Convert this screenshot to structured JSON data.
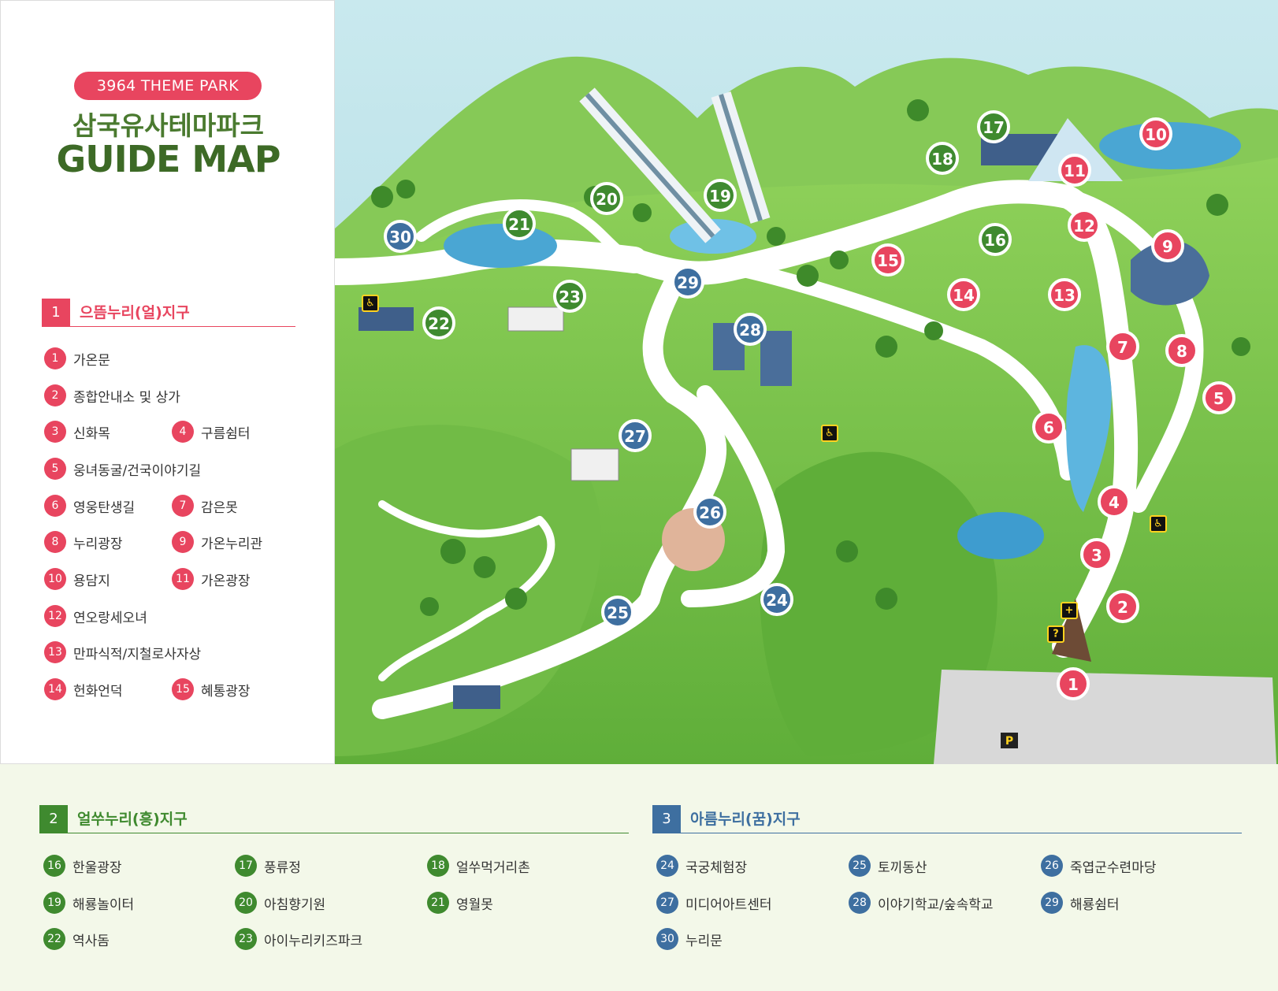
{
  "header": {
    "badge": "3964 THEME PARK",
    "title_kr": "삼국유사테마파크",
    "title_en": "GUIDE MAP"
  },
  "zones": [
    {
      "num": "1",
      "title": "으뜸누리(얼)지구",
      "color": "#e8455f",
      "items": [
        {
          "num": "1",
          "label": "가온문"
        },
        {
          "num": "2",
          "label": "종합안내소 및 상가"
        },
        {
          "num": "3",
          "label": "신화목"
        },
        {
          "num": "4",
          "label": "구름쉼터"
        },
        {
          "num": "5",
          "label": "웅녀동굴/건국이야기길"
        },
        {
          "num": "6",
          "label": "영웅탄생길"
        },
        {
          "num": "7",
          "label": "감은못"
        },
        {
          "num": "8",
          "label": "누리광장"
        },
        {
          "num": "9",
          "label": "가온누리관"
        },
        {
          "num": "10",
          "label": "용담지"
        },
        {
          "num": "11",
          "label": "가온광장"
        },
        {
          "num": "12",
          "label": "연오랑세오녀"
        },
        {
          "num": "13",
          "label": "만파식적/지철로사자상"
        },
        {
          "num": "14",
          "label": "헌화언덕"
        },
        {
          "num": "15",
          "label": "혜통광장"
        }
      ]
    },
    {
      "num": "2",
      "title": "얼쑤누리(흥)지구",
      "color": "#3f8a2f",
      "items": [
        {
          "num": "16",
          "label": "한울광장"
        },
        {
          "num": "17",
          "label": "풍류정"
        },
        {
          "num": "18",
          "label": "얼쑤먹거리촌"
        },
        {
          "num": "19",
          "label": "해룡놀이터"
        },
        {
          "num": "20",
          "label": "아침향기원"
        },
        {
          "num": "21",
          "label": "영월못"
        },
        {
          "num": "22",
          "label": "역사돔"
        },
        {
          "num": "23",
          "label": "아이누리키즈파크"
        }
      ]
    },
    {
      "num": "3",
      "title": "아름누리(꿈)지구",
      "color": "#3e6fa0",
      "items": [
        {
          "num": "24",
          "label": "국궁체험장"
        },
        {
          "num": "25",
          "label": "토끼동산"
        },
        {
          "num": "26",
          "label": "죽엽군수련마당"
        },
        {
          "num": "27",
          "label": "미디어아트센터"
        },
        {
          "num": "28",
          "label": "이야기학교/숲속학교"
        },
        {
          "num": "29",
          "label": "해룡쉼터"
        },
        {
          "num": "30",
          "label": "누리문"
        }
      ]
    }
  ],
  "map": {
    "markers": [
      {
        "num": "1",
        "zone": 1
      },
      {
        "num": "2",
        "zone": 1
      },
      {
        "num": "3",
        "zone": 1
      },
      {
        "num": "4",
        "zone": 1
      },
      {
        "num": "5",
        "zone": 1
      },
      {
        "num": "6",
        "zone": 1
      },
      {
        "num": "7",
        "zone": 1
      },
      {
        "num": "8",
        "zone": 1
      },
      {
        "num": "9",
        "zone": 1
      },
      {
        "num": "10",
        "zone": 1
      },
      {
        "num": "11",
        "zone": 1
      },
      {
        "num": "12",
        "zone": 1
      },
      {
        "num": "13",
        "zone": 1
      },
      {
        "num": "14",
        "zone": 1
      },
      {
        "num": "15",
        "zone": 1
      },
      {
        "num": "16",
        "zone": 2
      },
      {
        "num": "17",
        "zone": 2
      },
      {
        "num": "18",
        "zone": 2
      },
      {
        "num": "19",
        "zone": 2
      },
      {
        "num": "20",
        "zone": 2
      },
      {
        "num": "21",
        "zone": 2
      },
      {
        "num": "22",
        "zone": 2
      },
      {
        "num": "23",
        "zone": 2
      },
      {
        "num": "24",
        "zone": 3
      },
      {
        "num": "25",
        "zone": 3
      },
      {
        "num": "26",
        "zone": 3
      },
      {
        "num": "27",
        "zone": 3
      },
      {
        "num": "28",
        "zone": 3
      },
      {
        "num": "29",
        "zone": 3
      },
      {
        "num": "30",
        "zone": 3
      }
    ],
    "parking_label": "P",
    "colors": {
      "zone1": "#e8455f",
      "zone2": "#3f8a2f",
      "zone3": "#3e6fa0",
      "grass": "#7cc24e",
      "sky": "#bfe3ea",
      "road": "#ffffff"
    }
  }
}
